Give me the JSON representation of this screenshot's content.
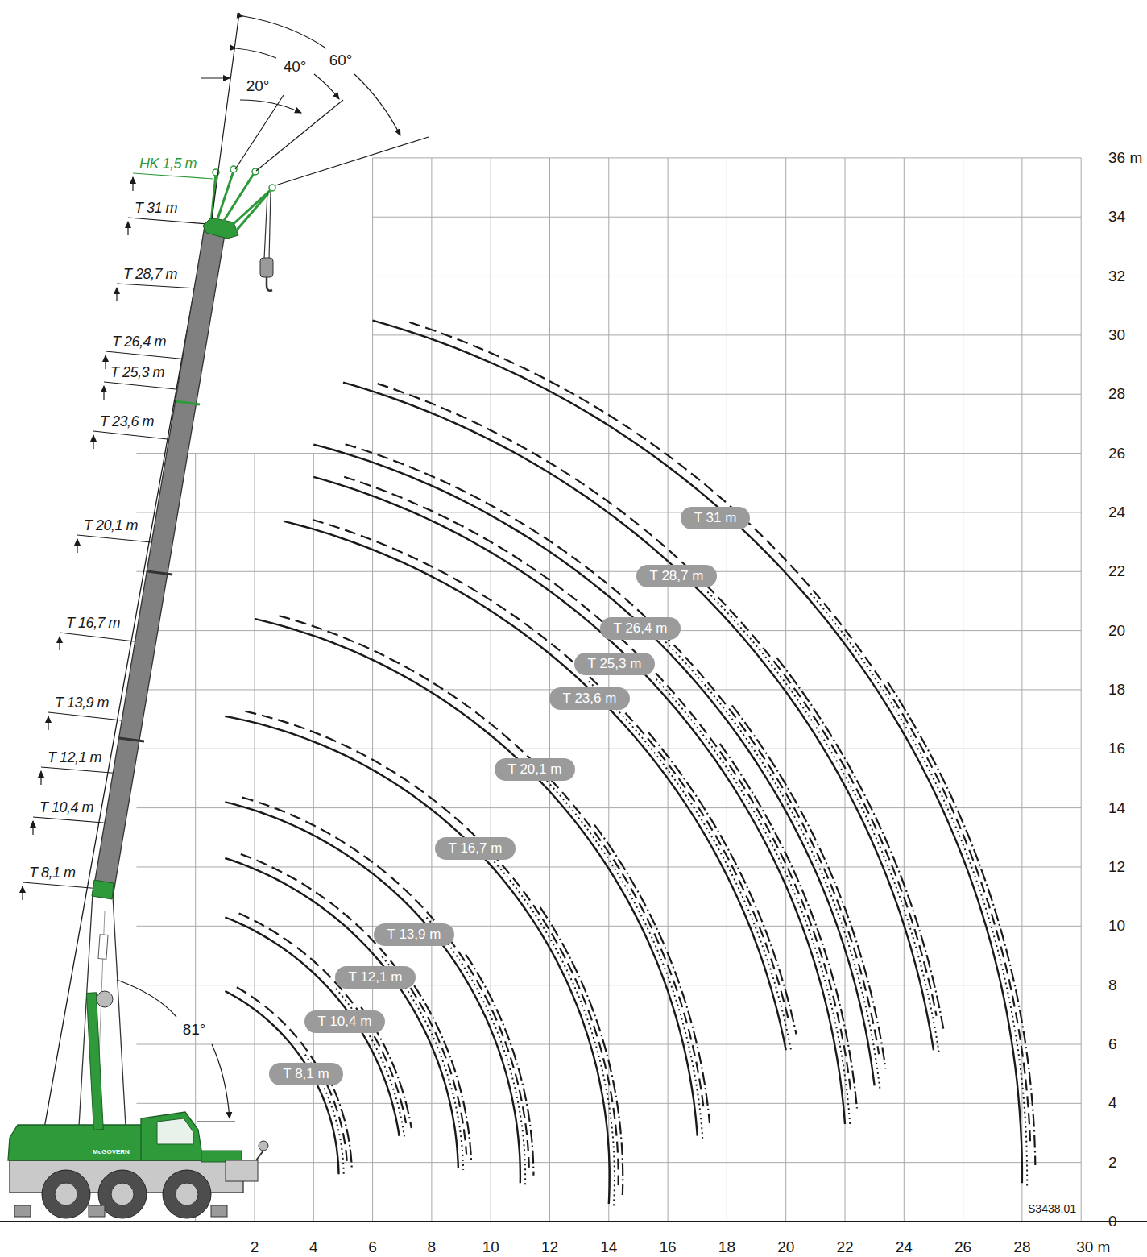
{
  "diagram": {
    "nodes": [
      {
        "text": [
          "T 31 m"
        ]
      },
      {
        "text": [
          "T 28,7 m"
        ]
      },
      {
        "text": [
          "T 26,4 m"
        ]
      },
      {
        "text": [
          "T 25,3 m"
        ]
      },
      {
        "text": [
          "T 23,6 m"
        ]
      },
      {
        "text": [
          "T 20,1 m"
        ]
      },
      {
        "text": [
          "T 16,7 m"
        ]
      },
      {
        "text": [
          "T 13,9 m"
        ]
      },
      {
        "text": [
          "T 12,1 m"
        ]
      },
      {
        "text": [
          "T 10,4 m"
        ]
      },
      {
        "text": [
          "T 8,1 m"
        ]
      }
    ],
    "labels": [
      "HK 1,5 m",
      "T 31 m",
      "T 28,7 m",
      "T 26,4 m",
      "T 25,3 m",
      "T 23,6 m",
      "T 20,1 m",
      "T 16,7 m",
      "T 13,9 m",
      "T 12,1 m",
      "T 10,4 m",
      "T 8,1 m",
      "20°",
      "40°",
      "60°",
      "81°",
      "36 m",
      "34",
      "32",
      "30",
      "28",
      "26",
      "24",
      "22",
      "20",
      "18",
      "16",
      "14",
      "12",
      "10",
      "8",
      "6",
      "4",
      "2",
      "0",
      "2",
      "4",
      "6",
      "8",
      "10",
      "12",
      "14",
      "16",
      "18",
      "20",
      "22",
      "24",
      "26",
      "28",
      "30 m",
      "S3438.01",
      "McGOVERN"
    ]
  }
}
